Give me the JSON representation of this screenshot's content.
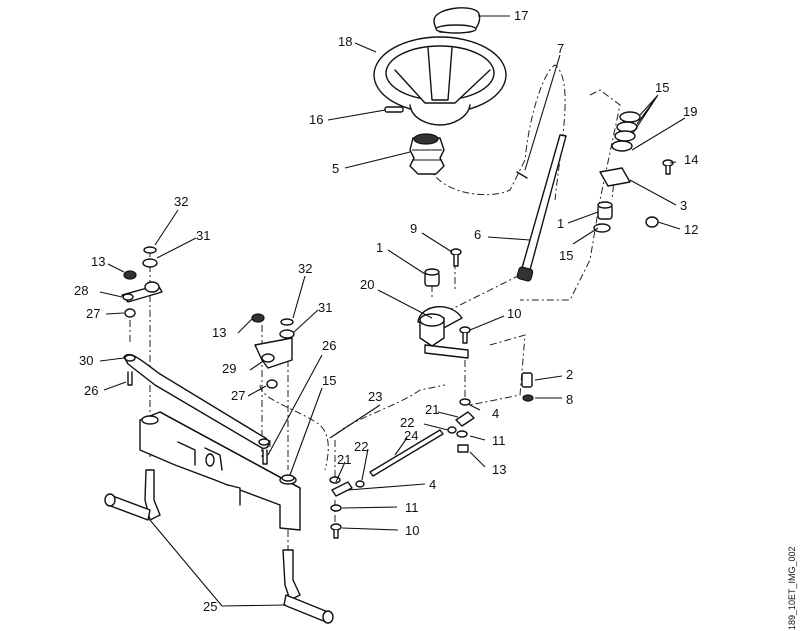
{
  "figure_id": "189_10ET_IMG_002",
  "callouts": {
    "c17": "17",
    "c18": "18",
    "c16": "16",
    "c5": "5",
    "c7": "7",
    "c15a": "15",
    "c19": "19",
    "c14": "14",
    "c3": "3",
    "c1a": "1",
    "c12": "12",
    "c15b": "15",
    "c6": "6",
    "c9": "9",
    "c1b": "1",
    "c20": "20",
    "c10a": "10",
    "c32a": "32",
    "c31a": "31",
    "c13a": "13",
    "c28": "28",
    "c27a": "27",
    "c30": "30",
    "c26a": "26",
    "c32b": "32",
    "c31b": "31",
    "c13b": "13",
    "c29": "29",
    "c27b": "27",
    "c26b": "26",
    "c15c": "15",
    "c23": "23",
    "c2": "2",
    "c8": "8",
    "c21a": "21",
    "c4a": "4",
    "c22a": "22",
    "c11a": "11",
    "c24": "24",
    "c13c": "13",
    "c22b": "22",
    "c21b": "21",
    "c4b": "4",
    "c11b": "11",
    "c10b": "10",
    "c25": "25"
  }
}
